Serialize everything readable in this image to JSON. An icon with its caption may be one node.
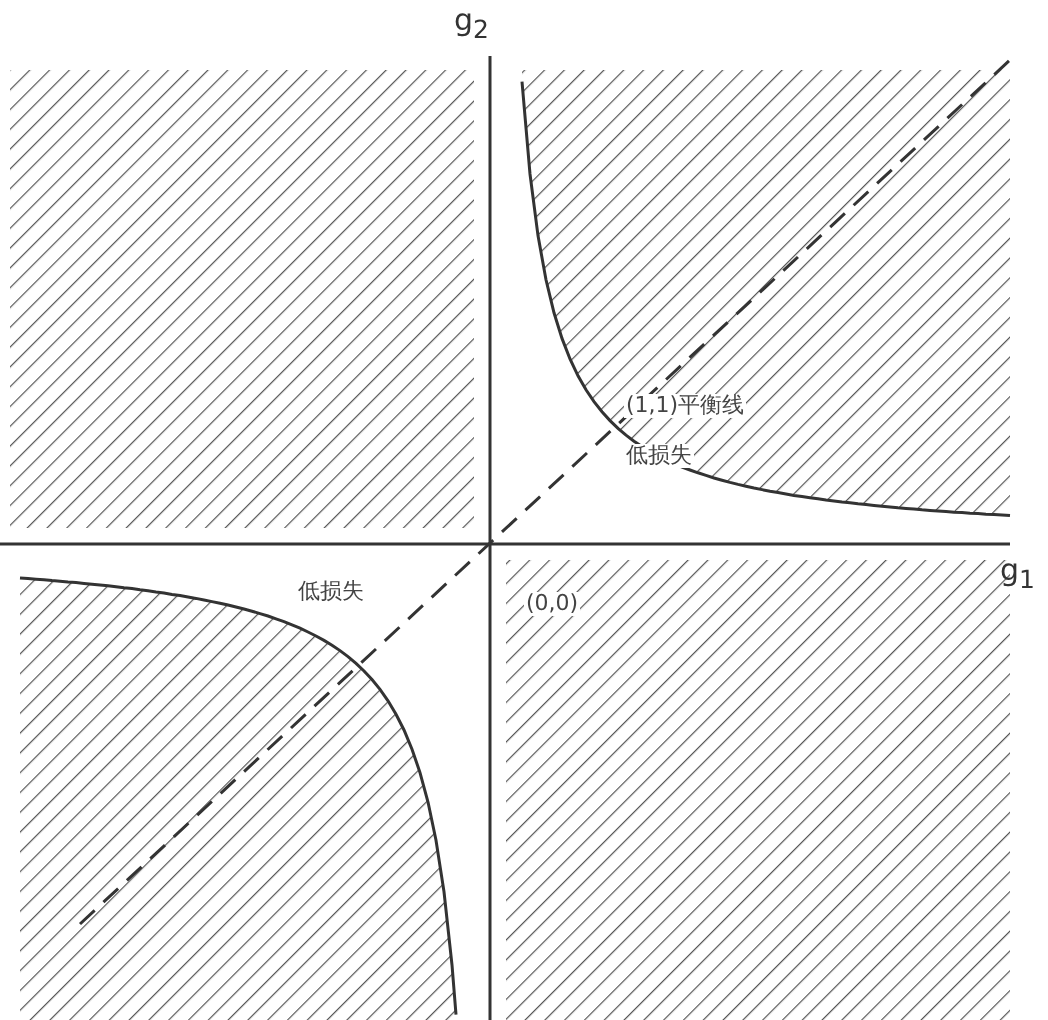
{
  "diagram": {
    "labels": [
      "g$_{2}$",
      "(1,1)平衡线",
      "低损失",
      "g$_{1}$",
      "低损失",
      "(0,0)"
    ]
  }
}
